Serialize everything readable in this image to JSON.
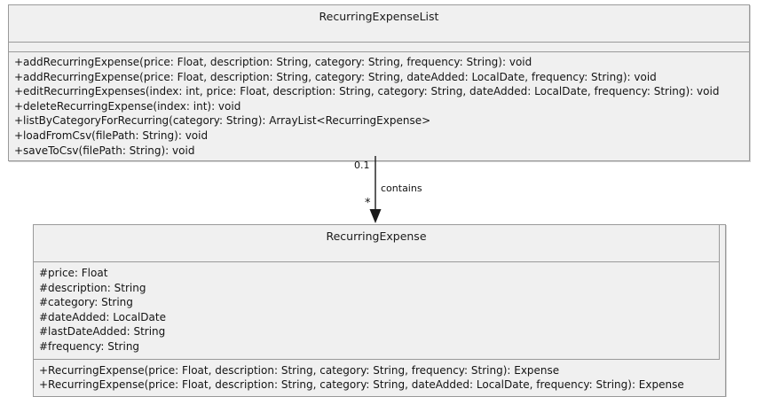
{
  "diagram": {
    "type": "uml-class-diagram",
    "background_color": "#ffffff",
    "class_fill_color": "#f0f0f0",
    "class_border_color": "#9a9a9a",
    "text_color": "#141414"
  },
  "classes": [
    {
      "id": "recurring-expense-list",
      "name": "RecurringExpenseList",
      "attributes": [],
      "operations": [
        "+addRecurringExpense(price: Float, description: String, category: String, frequency: String): void",
        "+addRecurringExpense(price: Float, description: String, category: String, dateAdded: LocalDate, frequency: String): void",
        "+editRecurringExpenses(index: int, price: Float, description: String, category: String, dateAdded: LocalDate, frequency: String): void",
        "+deleteRecurringExpense(index: int): void",
        "+listByCategoryForRecurring(category: String): ArrayList<RecurringExpense>",
        "+loadFromCsv(filePath: String): void",
        "+saveToCsv(filePath: String): void"
      ]
    },
    {
      "id": "recurring-expense",
      "name": "RecurringExpense",
      "attributes": [
        "#price: Float",
        "#description: String",
        "#category: String",
        "#dateAdded: LocalDate",
        "#lastDateAdded: String",
        "#frequency: String"
      ],
      "operations": [
        "+RecurringExpense(price: Float, description: String, category: String, frequency: String): Expense",
        "+RecurringExpense(price: Float, description: String, category: String, dateAdded: LocalDate, frequency: String): Expense"
      ]
    }
  ],
  "association": {
    "name": "contains",
    "source_multiplicity": "0.1",
    "target_multiplicity": "*",
    "arrow": "filled-arrowhead-down",
    "line_color": "#1a1a1a"
  }
}
